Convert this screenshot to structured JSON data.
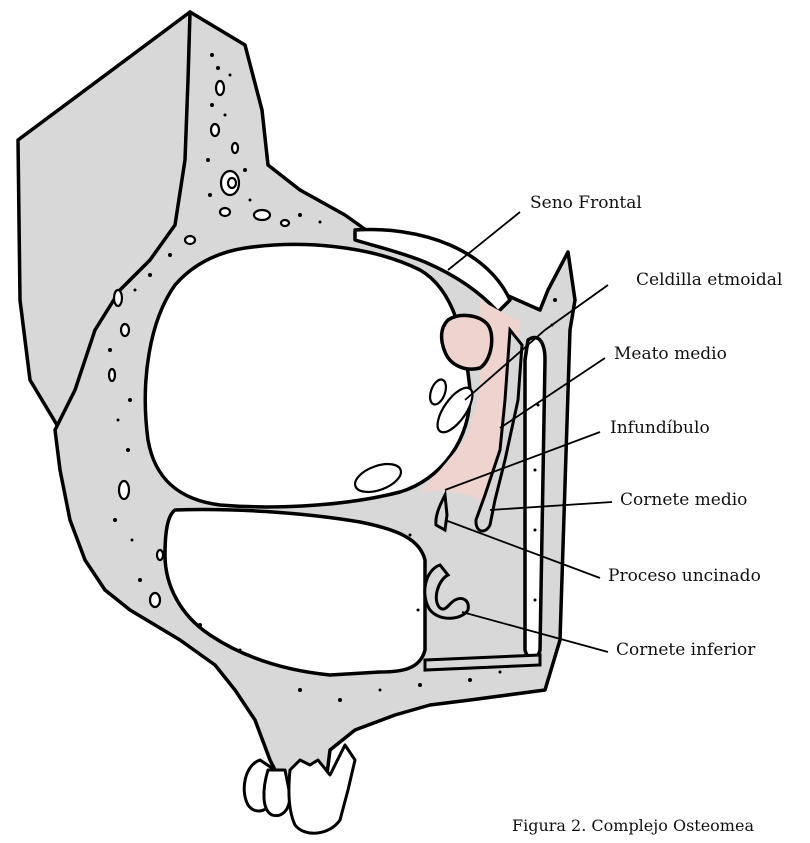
{
  "labels": {
    "seno_frontal": "Seno Frontal",
    "celdilla_etmoidal": "Celdilla etmoidal",
    "meato_medio": "Meato medio",
    "infundibulo": "Infundíbulo",
    "cornete_medio": "Cornete medio",
    "proceso_uncinado": "Proceso uncinado",
    "cornete_inferior": "Cornete inferior"
  },
  "caption": "Figura 2. Complejo Osteomea",
  "colors": {
    "bone": "#d8d8d8",
    "highlight": "#efd3cf",
    "outline": "#000000"
  }
}
